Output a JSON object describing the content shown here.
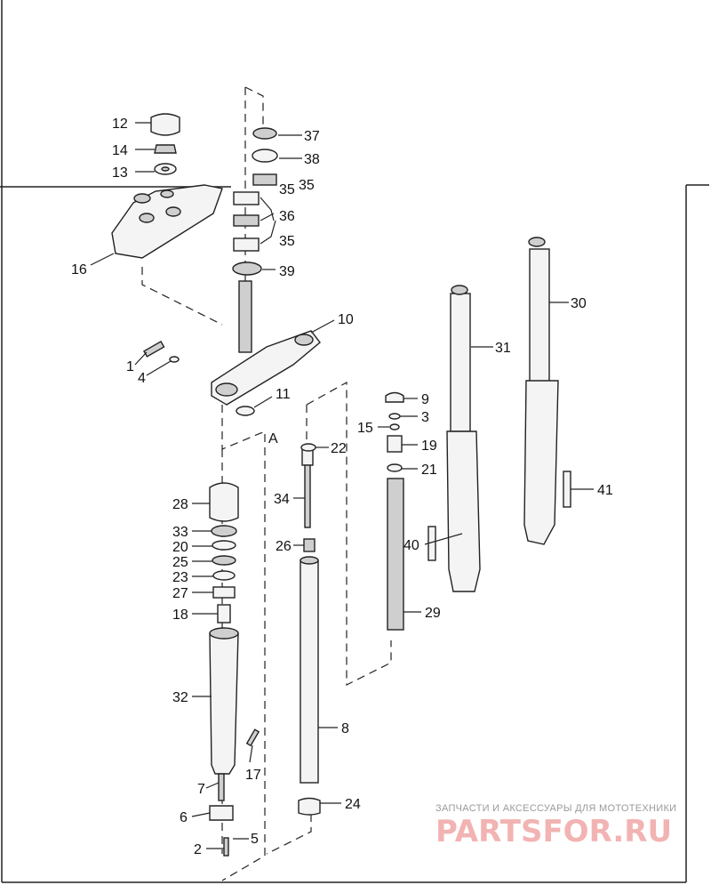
{
  "labels": {
    "l1": "1",
    "l2": "2",
    "l3": "3",
    "l4": "4",
    "l5": "5",
    "l6": "6",
    "l7": "7",
    "l8": "8",
    "l9": "9",
    "l10": "10",
    "l11": "11",
    "l12": "12",
    "l13": "13",
    "l14": "14",
    "l15": "15",
    "l16": "16",
    "l17": "17",
    "l18": "18",
    "l19": "19",
    "l20": "20",
    "l21": "21",
    "l22": "22",
    "l23": "23",
    "l24": "24",
    "l25": "25",
    "l26": "26",
    "l27": "27",
    "l28": "28",
    "l29": "29",
    "l30": "30",
    "l31": "31",
    "l32": "32",
    "l33": "33",
    "l34": "34",
    "l35a": "35",
    "l35b": "35",
    "l35c": "35",
    "l36": "36",
    "l37": "37",
    "l38": "38",
    "l39": "39",
    "l40": "40",
    "l41": "41",
    "marker_a": "A"
  },
  "watermark": {
    "tagline": "ЗАПЧАСТИ И АКСЕССУАРЫ ДЛЯ МОТОТЕХНИКИ",
    "brand": "PARTSFOR.RU"
  }
}
